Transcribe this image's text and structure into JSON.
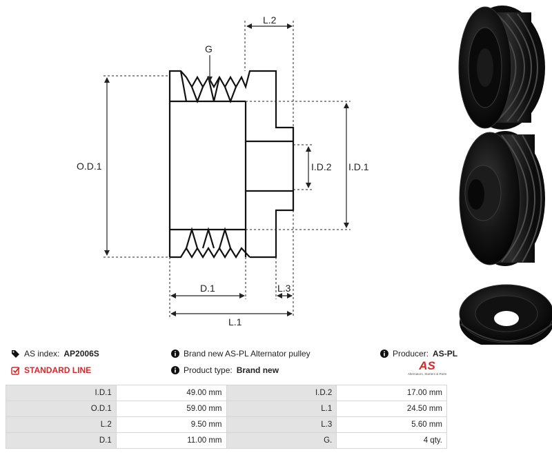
{
  "drawing": {
    "labels": {
      "g": "G",
      "od1": "O.D.1",
      "id1": "I.D.1",
      "id2": "I.D.2",
      "l2": "L.2",
      "l3": "L.3",
      "l1": "L.1",
      "d1": "D.1"
    }
  },
  "photos": [
    {
      "view": "pulley-side-view"
    },
    {
      "view": "pulley-front-view"
    },
    {
      "view": "pulley-bottom-view"
    }
  ],
  "info": {
    "as_index_label": "AS index:",
    "as_index_value": "AP2006S",
    "standard_line": "STANDARD LINE",
    "description": "Brand new AS-PL Alternator pulley",
    "product_type_label": "Product type:",
    "product_type_value": "Brand new",
    "producer_label": "Producer:",
    "producer_value": "AS-PL"
  },
  "logo": {
    "mark": "AS",
    "tagline": "Alternators, Starters & Parts"
  },
  "specs": [
    {
      "k1": "I.D.1",
      "v1": "49.00 mm",
      "k2": "I.D.2",
      "v2": "17.00 mm"
    },
    {
      "k1": "O.D.1",
      "v1": "59.00 mm",
      "k2": "L.1",
      "v2": "24.50 mm"
    },
    {
      "k1": "L.2",
      "v1": "9.50 mm",
      "k2": "L.3",
      "v2": "5.60 mm"
    },
    {
      "k1": "D.1",
      "v1": "11.00 mm",
      "k2": "G.",
      "v2": "4 qty."
    }
  ],
  "colors": {
    "accent_red": "#d9262b",
    "label_cell": "#e3e3e3"
  }
}
